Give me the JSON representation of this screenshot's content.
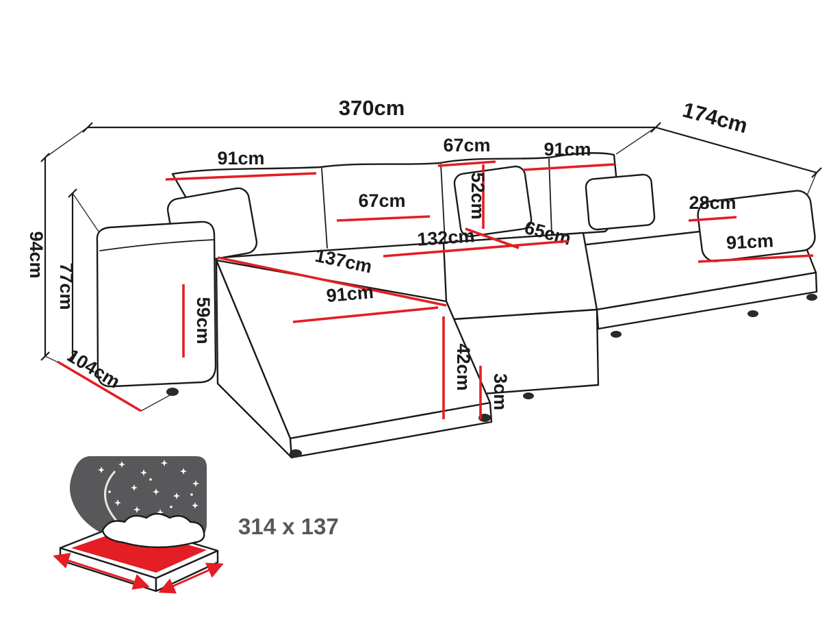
{
  "diagram": {
    "colors": {
      "accent": "#e31e24",
      "line": "#1a1a1a",
      "icon_gray": "#58585a"
    },
    "unit": "cm",
    "dimensions": {
      "total_width": "370cm",
      "total_depth": "174cm",
      "total_height": "94cm",
      "backrest_height": "77cm",
      "side_depth": "104cm",
      "back_section_left_width": "91cm",
      "back_top_width": "67cm",
      "back_section_right_width": "91cm",
      "cushion_height": "52cm",
      "cushion_width": "67cm",
      "armrest_width": "28cm",
      "seat_depth": "65cm",
      "middle_seat_width": "132cm",
      "right_seat_width": "91cm",
      "chaise_length": "137cm",
      "left_seat_width": "91cm",
      "armrest_height": "59cm",
      "seat_height": "42cm",
      "leg_height": "3cm"
    },
    "sleeping_function": {
      "bed_size": "314 x 137"
    }
  }
}
